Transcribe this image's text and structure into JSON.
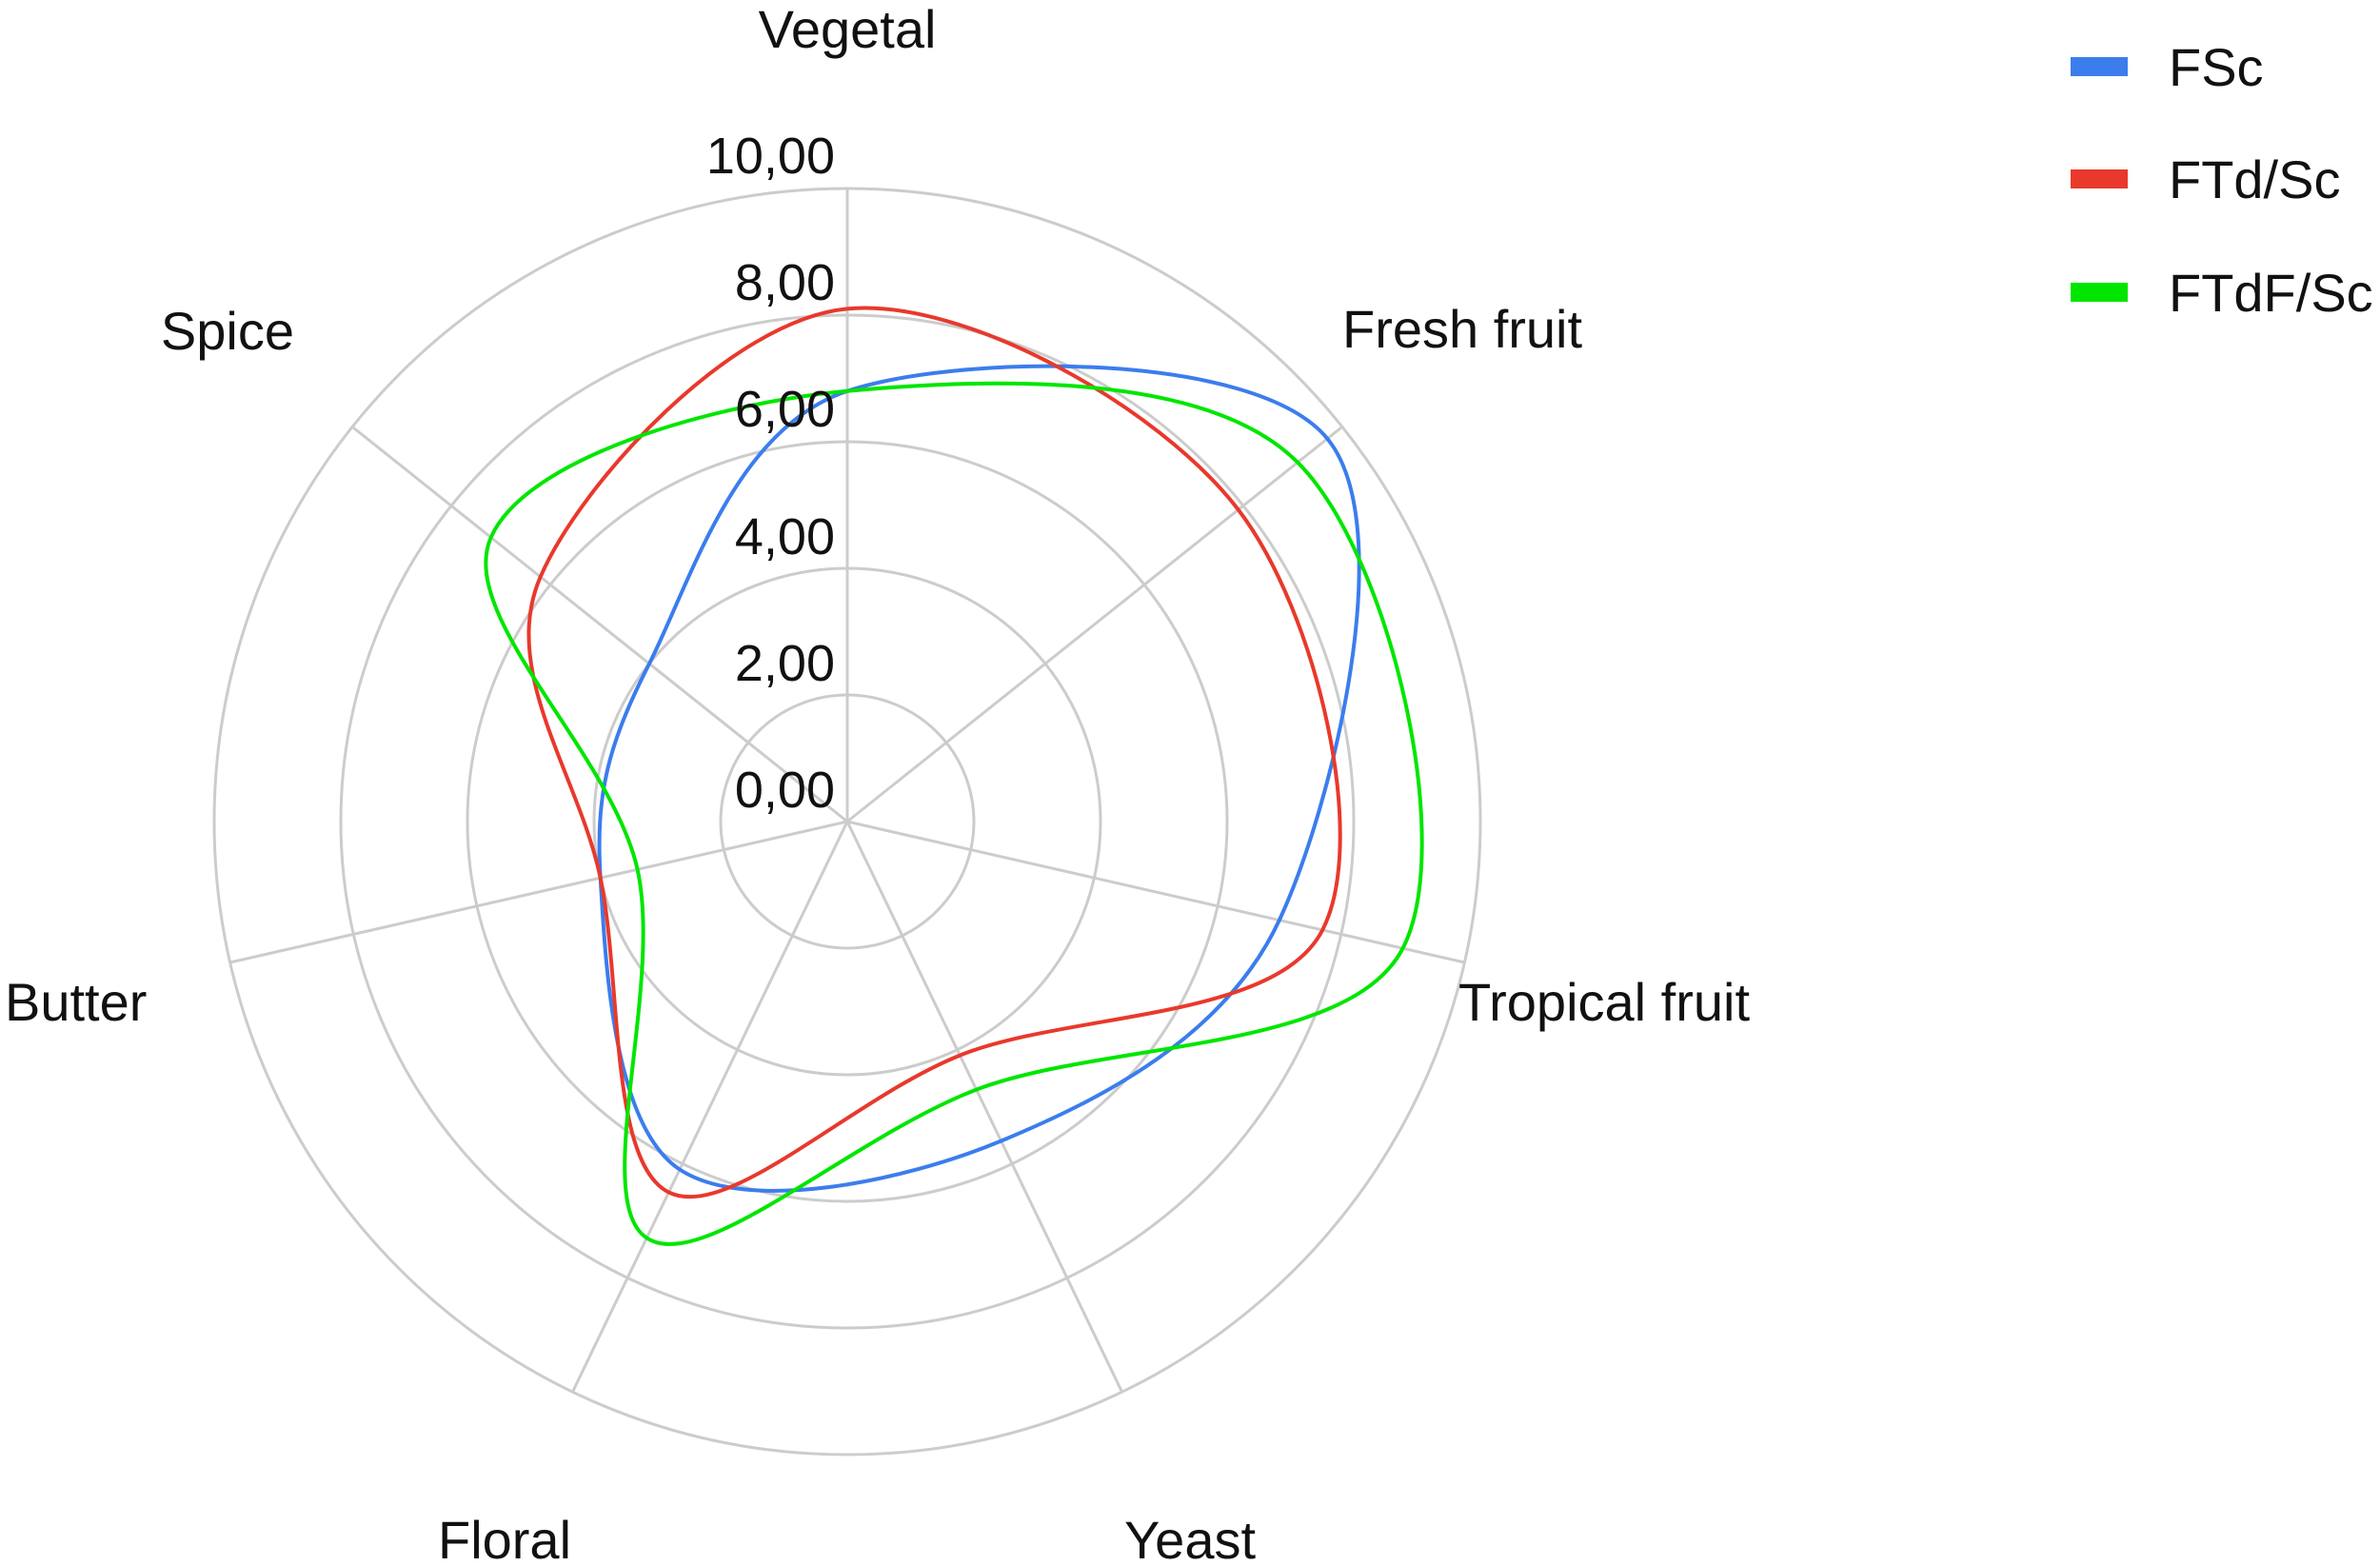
{
  "chart_data": {
    "type": "radar",
    "title": "",
    "categories": [
      "Vegetal",
      "Fresh fruit",
      "Tropical fruit",
      "Yeast",
      "Floral",
      "Butter",
      "Spice"
    ],
    "series": [
      {
        "name": "FSc",
        "color": "#3b7ded",
        "values": [
          6.8,
          9.7,
          7.0,
          5.6,
          6.1,
          4.0,
          4.0
        ]
      },
      {
        "name": "FTd/Sc",
        "color": "#e8392c",
        "values": [
          8.1,
          7.9,
          7.7,
          4.1,
          6.5,
          4.0,
          6.2
        ]
      },
      {
        "name": "FTdF/Sc",
        "color": "#00e600",
        "values": [
          6.8,
          9.1,
          9.0,
          4.7,
          7.3,
          3.4,
          7.2
        ]
      }
    ],
    "radial_ticks": [
      "0,00",
      "2,00",
      "4,00",
      "6,00",
      "8,00",
      "10,00"
    ],
    "rlim": [
      0,
      10
    ],
    "grid": true,
    "legend_position": "top-right"
  },
  "legend": [
    {
      "label": "FSc",
      "color": "#3b7ded"
    },
    {
      "label": "FTd/Sc",
      "color": "#e8392c"
    },
    {
      "label": "FTdF/Sc",
      "color": "#00e600"
    }
  ],
  "colors": {
    "grid": "#cccccc",
    "text": "#111111"
  }
}
